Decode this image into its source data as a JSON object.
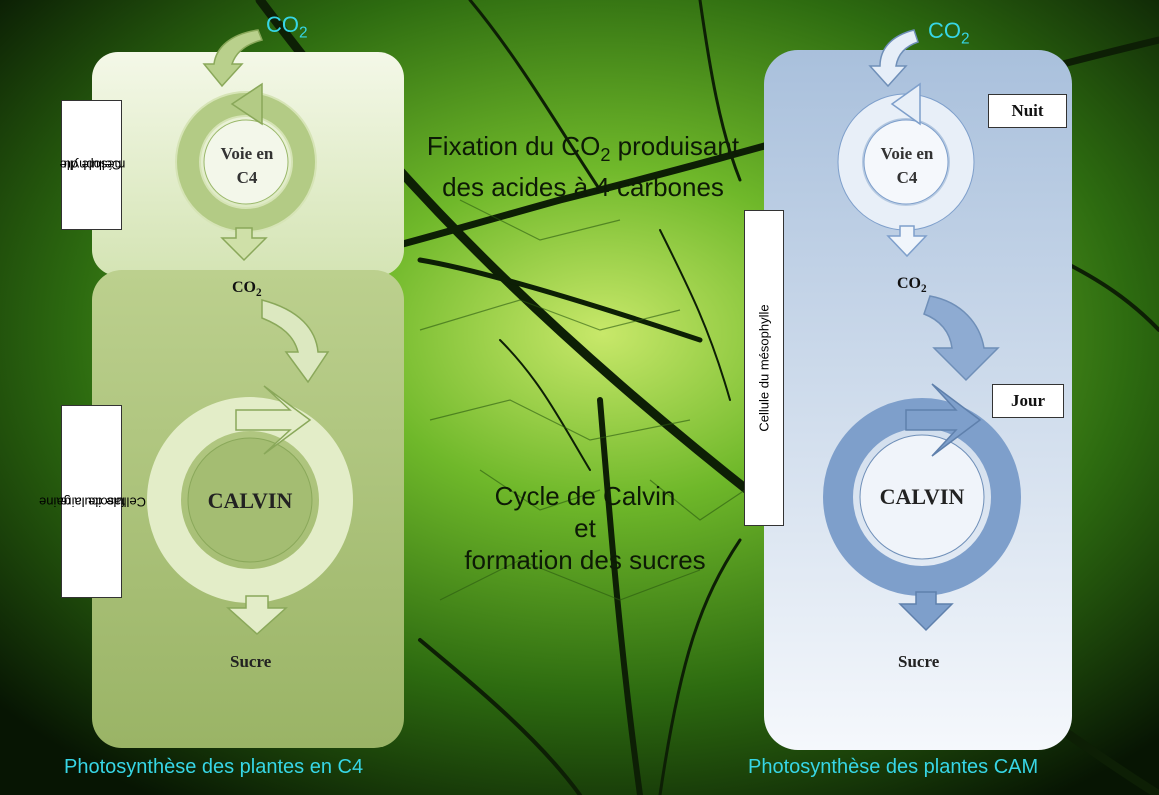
{
  "center": {
    "fixation_line1_a": "Fixation du CO",
    "fixation_line1_sub": "2",
    "fixation_line1_b": " produisant",
    "fixation_line2": "des acides à 4 carbones",
    "calvin_line1": "Cycle de Calvin",
    "calvin_line2": "et",
    "calvin_line3": "formation des sucres"
  },
  "c4": {
    "co2_top": "CO",
    "co2_top_sub": "2",
    "mesophyll_label_1": "Cellule du",
    "mesophyll_label_2": "mésophylle",
    "pathway_1": "Voie en",
    "pathway_2": "C4",
    "co2_mid": "CO",
    "co2_mid_sub": "2",
    "sheath_label_1": "Cellule de la gaine",
    "sheath_label_2": "fasciculaire",
    "calvin": "CALVIN",
    "sugar": "Sucre",
    "caption": "Photosynthèse des plantes en C4"
  },
  "cam": {
    "co2_top": "CO",
    "co2_top_sub": "2",
    "night": "Nuit",
    "pathway_1": "Voie en",
    "pathway_2": "C4",
    "co2_mid": "CO",
    "co2_mid_sub": "2",
    "mesophyll_label": "Cellule du mésophylle",
    "day": "Jour",
    "calvin": "CALVIN",
    "sugar": "Sucre",
    "caption": "Photosynthèse des plantes CAM"
  },
  "colors": {
    "c4_panel_top": "#e6efd0",
    "c4_panel_bottom": "#a8c07a",
    "c4_arrow": "#b7cf8a",
    "cam_panel_top": "#a9c0dc",
    "cam_panel_bottom": "#f2f6fb",
    "cam_arrow": "#7e9fcb",
    "caption": "#37d6e6"
  }
}
